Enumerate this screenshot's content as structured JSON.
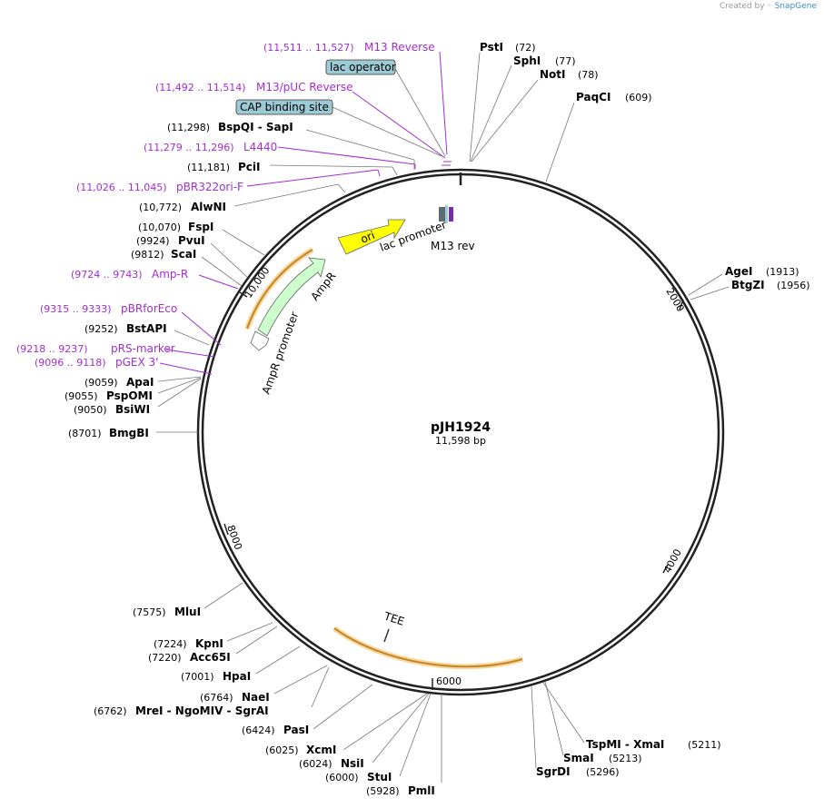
{
  "credit": {
    "prefix": "Created by",
    "brand": "SnapGene"
  },
  "plasmid": {
    "name": "pJH1924",
    "size_label": "11,598 bp",
    "length": 11598
  },
  "ticks": [
    "2000",
    "4000",
    "6000",
    "8000",
    "10,000"
  ],
  "enzymes": [
    {
      "name": "PstI",
      "pos": "(72)"
    },
    {
      "name": "SphI",
      "pos": "(77)"
    },
    {
      "name": "NotI",
      "pos": "(78)"
    },
    {
      "name": "PaqCI",
      "pos": "(609)"
    },
    {
      "name": "AgeI",
      "pos": "(1913)"
    },
    {
      "name": "BtgZI",
      "pos": "(1956)"
    },
    {
      "name": "TspMI - XmaI",
      "pos": "(5211)"
    },
    {
      "name": "SmaI",
      "pos": "(5213)"
    },
    {
      "name": "SgrDI",
      "pos": "(5296)"
    },
    {
      "name": "PmlI",
      "pos": "(5928)"
    },
    {
      "name": "StuI",
      "pos": "(6000)"
    },
    {
      "name": "NsiI",
      "pos": "(6024)"
    },
    {
      "name": "XcmI",
      "pos": "(6025)"
    },
    {
      "name": "PasI",
      "pos": "(6424)"
    },
    {
      "name": "MreI - NgoMIV - SgrAI",
      "pos": "(6762)"
    },
    {
      "name": "NaeI",
      "pos": "(6764)"
    },
    {
      "name": "HpaI",
      "pos": "(7001)"
    },
    {
      "name": "Acc65I",
      "pos": "(7220)"
    },
    {
      "name": "KpnI",
      "pos": "(7224)"
    },
    {
      "name": "MluI",
      "pos": "(7575)"
    },
    {
      "name": "BmgBI",
      "pos": "(8701)"
    },
    {
      "name": "BsiWI",
      "pos": "(9050)"
    },
    {
      "name": "PspOMI",
      "pos": "(9055)"
    },
    {
      "name": "ApaI",
      "pos": "(9059)"
    },
    {
      "name": "BstAPI",
      "pos": "(9252)"
    },
    {
      "name": "ScaI",
      "pos": "(9812)"
    },
    {
      "name": "PvuI",
      "pos": "(9924)"
    },
    {
      "name": "FspI",
      "pos": "(10,070)"
    },
    {
      "name": "AlwNI",
      "pos": "(10,772)"
    },
    {
      "name": "PciI",
      "pos": "(11,181)"
    },
    {
      "name": "BspQI - SapI",
      "pos": "(11,298)"
    }
  ],
  "primers": [
    {
      "name": "M13 Reverse",
      "pos": "(11,511 .. 11,527)"
    },
    {
      "name": "M13/pUC Reverse",
      "pos": "(11,492 .. 11,514)"
    },
    {
      "name": "L4440",
      "pos": "(11,279 .. 11,296)"
    },
    {
      "name": "pBR322ori-F",
      "pos": "(11,026 .. 11,045)"
    },
    {
      "name": "Amp-R",
      "pos": "(9724 .. 9743)"
    },
    {
      "name": "pBRforEco",
      "pos": "(9315 .. 9333)"
    },
    {
      "name": "pRS-marker",
      "pos": "(9218 .. 9237)"
    },
    {
      "name": "pGEX 3'",
      "pos": "(9096 .. 9118)"
    }
  ],
  "boxed_features": [
    "lac operator",
    "CAP binding site"
  ],
  "features": [
    "ori",
    "AmpR",
    "AmpR promoter",
    "lac promoter",
    "M13 rev",
    "TEE"
  ],
  "colors": {
    "primer": "#a12dd1",
    "ori": "#ffff00",
    "ampr": "#ccffcc",
    "box": "#9ccbd6",
    "tee": "#c8842a"
  }
}
